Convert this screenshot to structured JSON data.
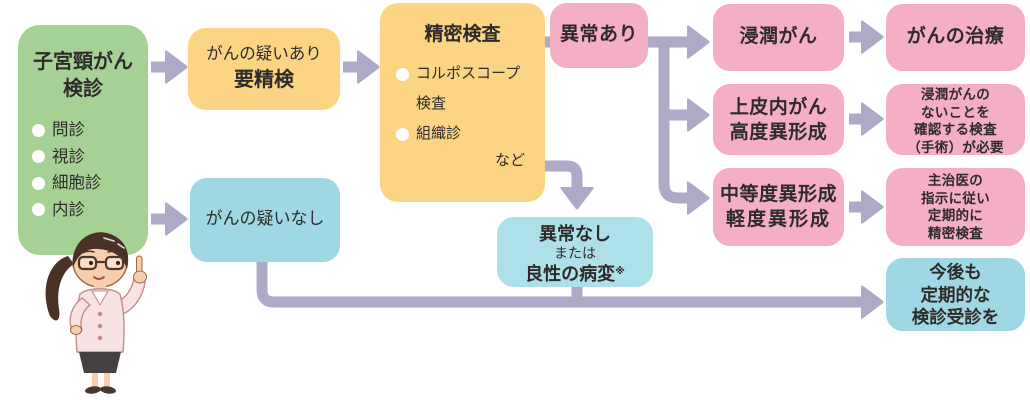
{
  "colors": {
    "green": "#a6d194",
    "yellow": "#fbd584",
    "pink": "#f4aec6",
    "blue": "#9fd7e4",
    "blue_light": "#aee0ea",
    "arrow": "#acaac7",
    "text": "#2f2b2b"
  },
  "screening": {
    "title": [
      "子宮頸がん",
      "検診"
    ],
    "items": [
      "問診",
      "視診",
      "細胞診",
      "内診"
    ]
  },
  "suspicion_yes": {
    "line1": "がんの疑いあり",
    "line2": "要精検"
  },
  "detailed_exam": {
    "title": "精密検査",
    "items": [
      "コルポスコープ検査",
      "組織診"
    ],
    "etc": "など"
  },
  "abnormal": "異常あり",
  "suspicion_no": "がんの疑いなし",
  "no_abnormality": {
    "line1": "異常なし",
    "line2": "または",
    "line3": "良性の病変",
    "note": "※"
  },
  "invasive": "浸潤がん",
  "treatment": "がんの治療",
  "cin_high": [
    "上皮内がん",
    "高度異形成"
  ],
  "surgery_check": [
    "浸潤がんの",
    "ないことを",
    "確認する検査",
    "（手術）が必要"
  ],
  "cin_mid": [
    "中等度異形成",
    "軽度異形成"
  ],
  "followup_exam": [
    "主治医の",
    "指示に従い",
    "定期的に",
    "精密検査"
  ],
  "regular_checkup": [
    "今後も",
    "定期的な",
    "検診受診を"
  ],
  "illustration": "female-doctor-pointing"
}
